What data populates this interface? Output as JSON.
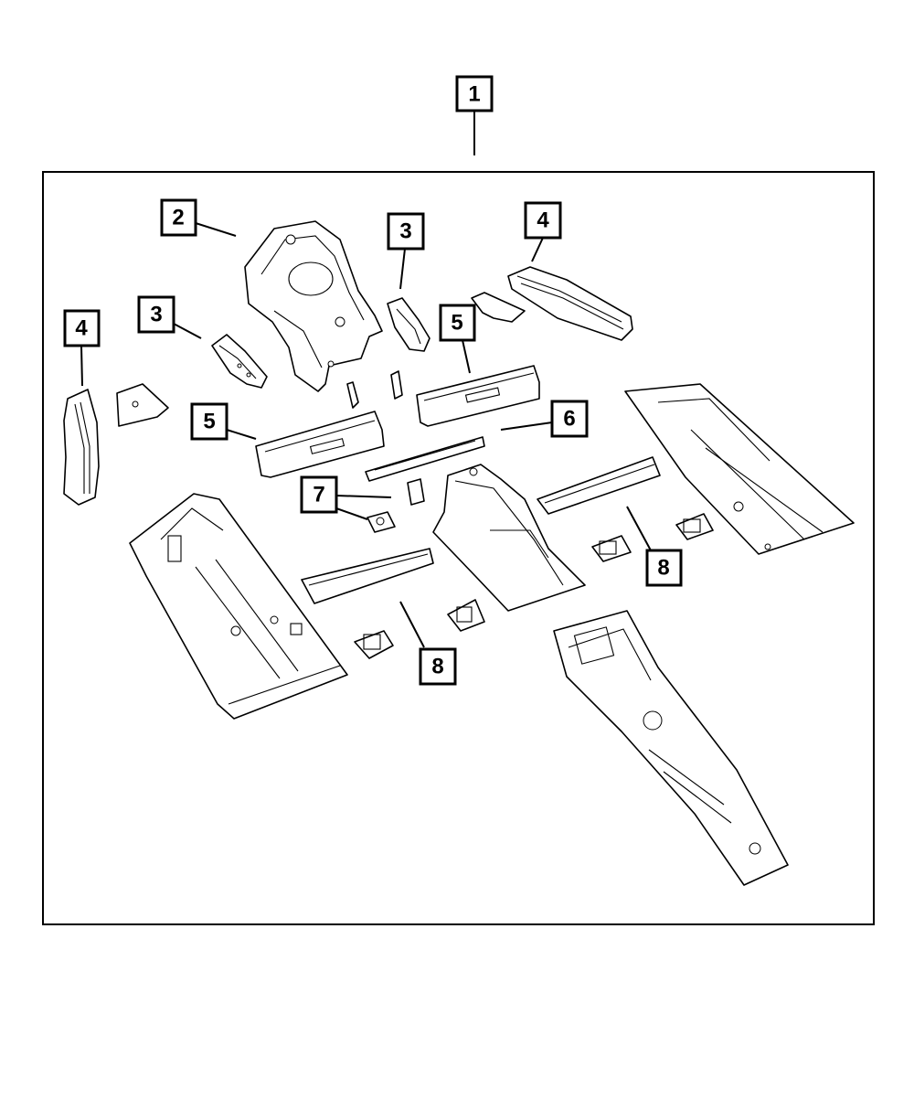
{
  "callouts": {
    "c1": "1",
    "c2": "2",
    "c3a": "3",
    "c3b": "3",
    "c4a": "4",
    "c4b": "4",
    "c5a": "5",
    "c5b": "5",
    "c6": "6",
    "c7": "7",
    "c8a": "8",
    "c8b": "8"
  }
}
